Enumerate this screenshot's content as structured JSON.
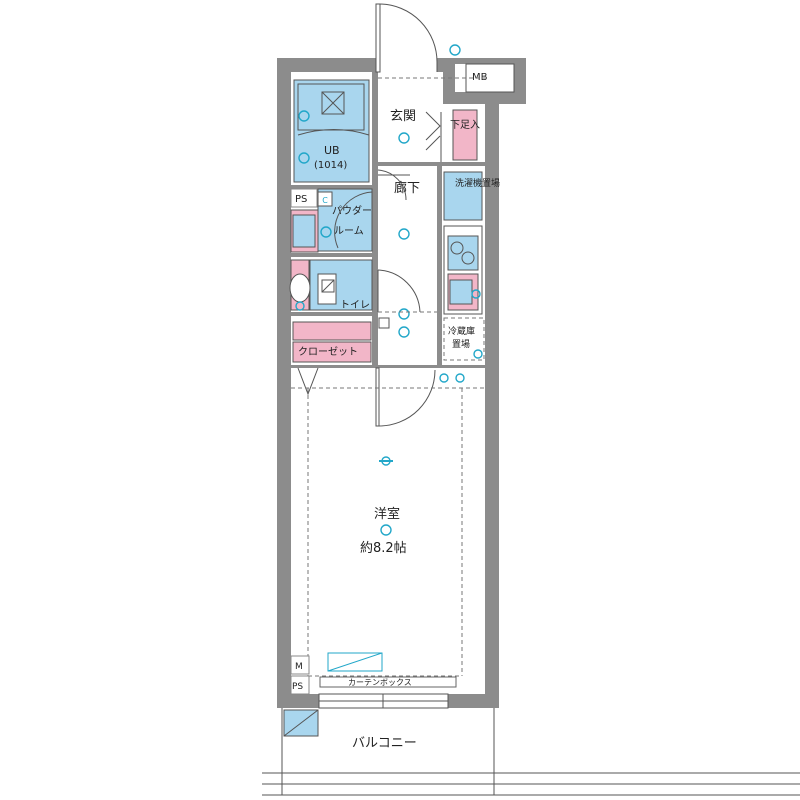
{
  "rooms": {
    "mb": "MB",
    "entrance": "玄関",
    "shoe_box": "下足入",
    "ub": "UB",
    "ub_size": "(1014)",
    "ps_upper": "PS",
    "corridor": "廊下",
    "washer": "洗濯機置場",
    "powder_room_line1": "パウダー",
    "powder_room_line2": "ルーム",
    "toilet": "トイレ",
    "fridge_line1": "冷蔵庫",
    "fridge_line2": "置場",
    "closet": "クローゼット",
    "western_room": "洋室",
    "western_size": "約8.2帖",
    "curtain_box": "カーテンボックス",
    "ps_lower": "PS",
    "meter": "M",
    "balcony": "バルコニー"
  },
  "colors": {
    "wall": "#8c8c8c",
    "wet_area": "#a9d6ee",
    "storage": "#f2b6c8",
    "symbol": "#22a7c9"
  }
}
